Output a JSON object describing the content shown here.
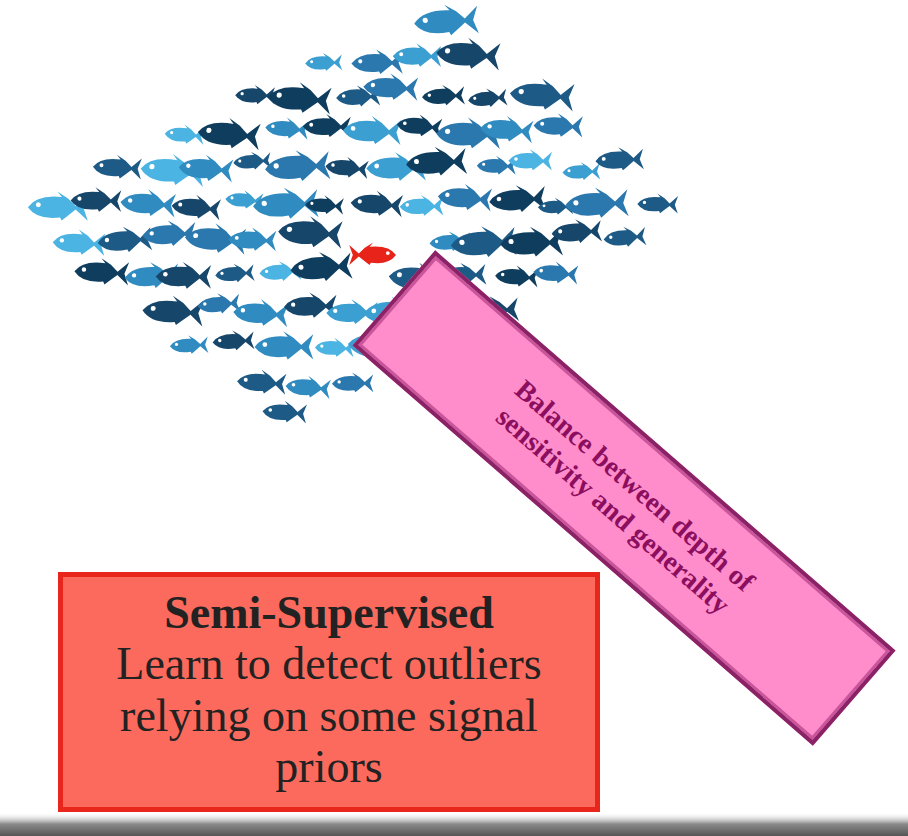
{
  "diagram": {
    "nodes": [
      {
        "text": [
          "Balance between depth of sensitivity and generality"
        ]
      },
      {
        "text": [
          "Semi-Supervised",
          "Learn to detect outliers relying on some signal priors"
        ]
      }
    ]
  }
}
